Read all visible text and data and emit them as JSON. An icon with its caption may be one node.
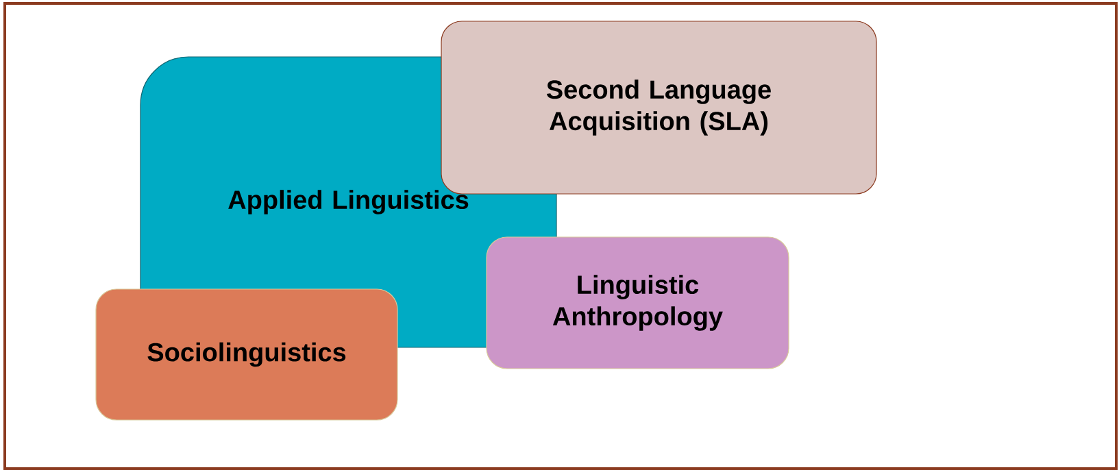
{
  "diagram": {
    "nodes": [
      {
        "text": [
          "Applied Linguistics"
        ]
      },
      {
        "text": [
          "Second Language Acquisition (SLA)"
        ]
      },
      {
        "text": [
          "Linguistic Anthropology"
        ]
      },
      {
        "text": [
          "Sociolinguistics"
        ]
      }
    ]
  }
}
